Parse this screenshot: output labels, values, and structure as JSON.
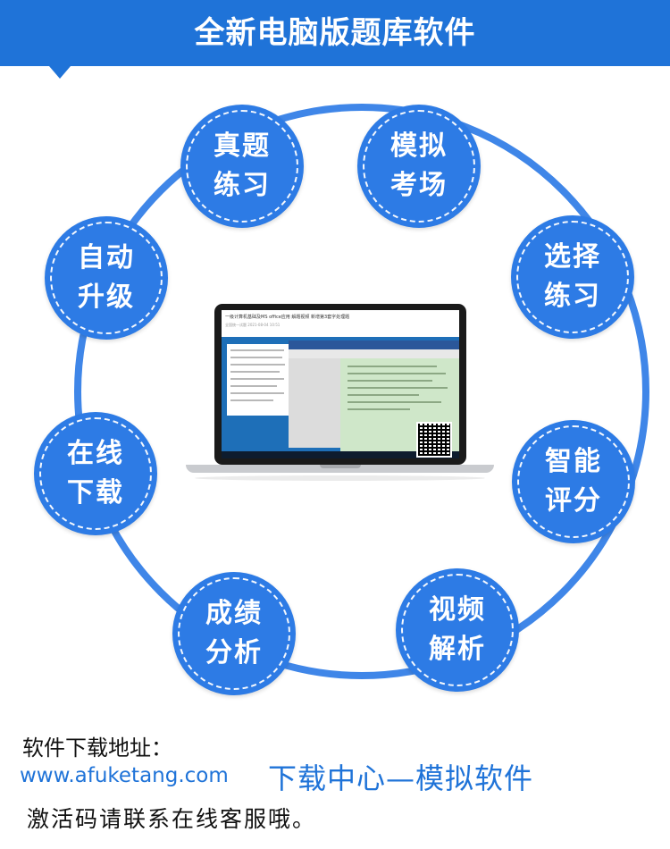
{
  "banner": {
    "title": "全新电脑版题库软件"
  },
  "features": [
    {
      "line1": "真题",
      "line2": "练习"
    },
    {
      "line1": "模拟",
      "line2": "考场"
    },
    {
      "line1": "选择",
      "line2": "练习"
    },
    {
      "line1": "智能",
      "line2": "评分"
    },
    {
      "line1": "视频",
      "line2": "解析"
    },
    {
      "line1": "成绩",
      "line2": "分析"
    },
    {
      "line1": "在线",
      "line2": "下载"
    },
    {
      "line1": "自动",
      "line2": "升级"
    }
  ],
  "laptop_screen": {
    "title": "一级计算机基础及MS office应用 解题视频 新增第3套字处理题",
    "subtitle": "全国统一试题 2021-08-04 10:51"
  },
  "footer": {
    "label": "软件下载地址：",
    "url": "www.afuketang.com",
    "center": "下载中心—模拟软件",
    "note": "激活码请联系在线客服哦。"
  },
  "colors": {
    "brand": "#1f73d8",
    "circle": "#2d7be5",
    "ring": "#3f86e8"
  }
}
